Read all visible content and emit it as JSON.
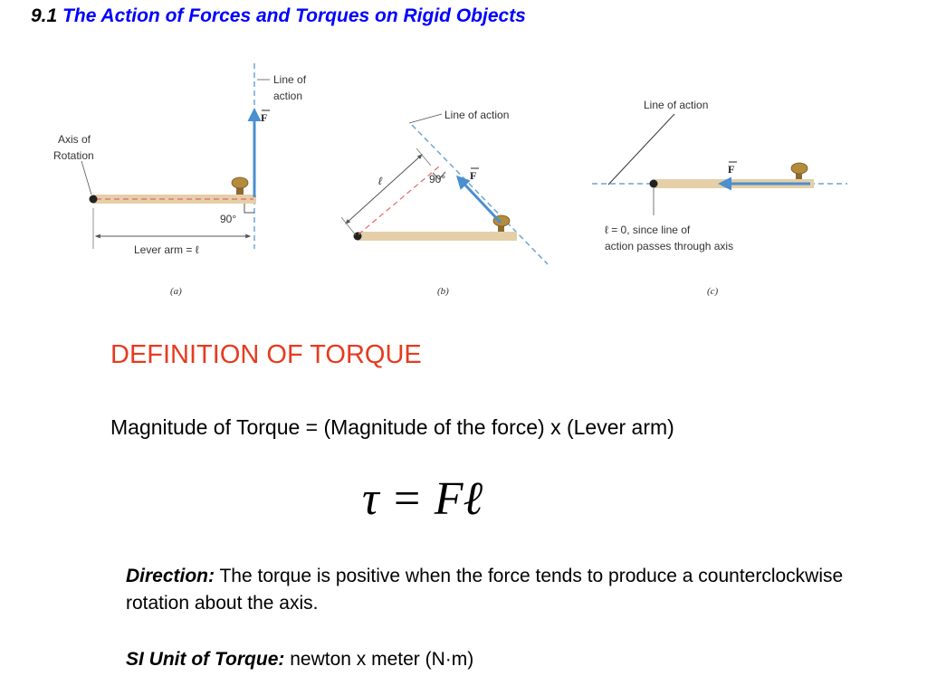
{
  "title": {
    "section": "9.1",
    "text": "The Action of Forces and Torques on Rigid Objects"
  },
  "figure": {
    "panel_a": {
      "line_of_action": [
        "Line of",
        "action"
      ],
      "axis_label": [
        "Axis of",
        "Rotation"
      ],
      "force": "F",
      "angle": "90°",
      "lever_arm": "Lever arm = ℓ",
      "caption": "(a)"
    },
    "panel_b": {
      "line_of_action": "Line of action",
      "lever": "ℓ",
      "angle": "90°",
      "force": "F",
      "caption": "(b)"
    },
    "panel_c": {
      "line_of_action": "Line of action",
      "force": "F",
      "note": [
        "ℓ = 0, since line of",
        "action passes through axis"
      ],
      "caption": "(c)"
    }
  },
  "definition_heading": "DEFINITION OF TORQUE",
  "magnitude_text": "Magnitude of Torque = (Magnitude of the force) x (Lever arm)",
  "equation": "τ = Fℓ",
  "direction": {
    "label": "Direction:",
    "text": " The torque is positive when the force tends to produce a counterclockwise rotation about the axis."
  },
  "si_unit": {
    "label": "SI Unit of Torque:",
    "text": " newton x meter (N·m)"
  },
  "colors": {
    "title_blue": "#0000ff",
    "heading_red": "#e63b1f",
    "force_arrow": "#4a8fd0",
    "bar": "#e5cfa8"
  }
}
